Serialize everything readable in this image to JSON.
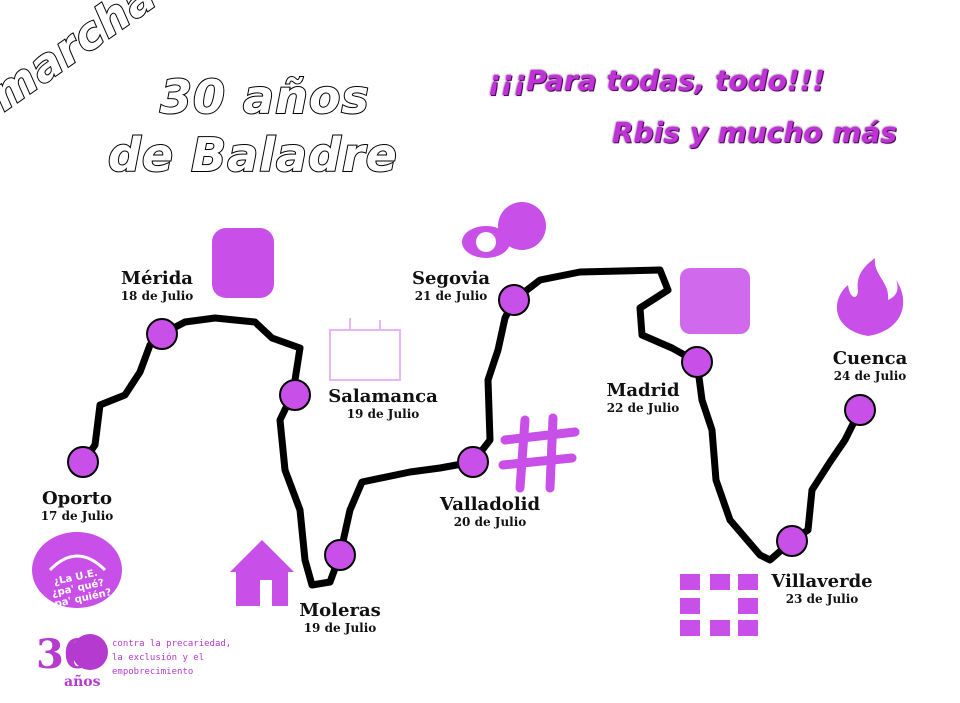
{
  "title": {
    "line1": "marcha",
    "line2": "30 años",
    "line3": "de Baladre"
  },
  "slogans": [
    "¡¡¡Para todas, todo!!!",
    "Rbis y mucho más"
  ],
  "stops": [
    {
      "name": "Oporto",
      "date": "17 de Julio"
    },
    {
      "name": "Mérida",
      "date": "18 de Julio"
    },
    {
      "name": "Salamanca",
      "date": "19 de Julio"
    },
    {
      "name": "Moleras",
      "date": "19 de Julio"
    },
    {
      "name": "Valladolid",
      "date": "20 de Julio"
    },
    {
      "name": "Segovia",
      "date": "21 de Julio"
    },
    {
      "name": "Madrid",
      "date": "22 de Julio"
    },
    {
      "name": "Villaverde",
      "date": "23 de Julio"
    },
    {
      "name": "Cuenca",
      "date": "24 de Julio"
    }
  ],
  "logo": {
    "number": "30",
    "word": "años",
    "text": "contra la precariedad, la exclusión y el empobrecimiento"
  },
  "badge_text": "¿La U.E. ¿pa' qué? ¿pa' quién?",
  "colors": {
    "accent": "#c84fe8",
    "route": "#000000",
    "slogan": "#c031d8"
  },
  "icons": [
    "eu-badge-icon",
    "house-icon",
    "protest-people-icon",
    "factory-icon",
    "hashtag-icon",
    "tomato-icon",
    "fists-icon",
    "fire-icon",
    "arrows-icon",
    "logo-30-icon"
  ]
}
